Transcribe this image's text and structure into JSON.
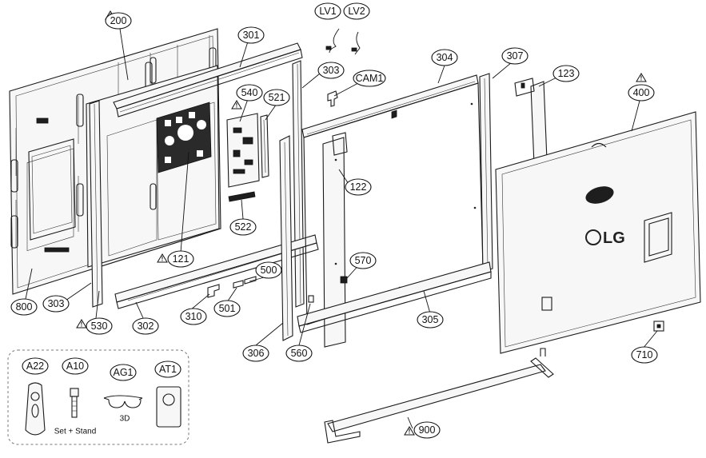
{
  "callouts": {
    "c200": "200",
    "c301": "301",
    "lv1": "LV1",
    "lv2": "LV2",
    "c303a": "303",
    "cam1": "CAM1",
    "c304": "304",
    "c307": "307",
    "c123": "123",
    "c400": "400",
    "c540": "540",
    "c521": "521",
    "c122": "122",
    "c522": "522",
    "c121": "121",
    "c570": "570",
    "c500": "500",
    "c800": "800",
    "c303b": "303",
    "c302": "302",
    "c310": "310",
    "c501": "501",
    "c305": "305",
    "c530": "530",
    "c306": "306",
    "c560": "560",
    "c710": "710",
    "c900": "900",
    "a22": "A22",
    "a10": "A10",
    "ag1": "AG1",
    "at1": "AT1"
  },
  "warning_mark": "!",
  "accessories": {
    "set_stand_label": "Set + Stand",
    "glasses_label": "3D"
  },
  "back_cover_logo": "LG"
}
